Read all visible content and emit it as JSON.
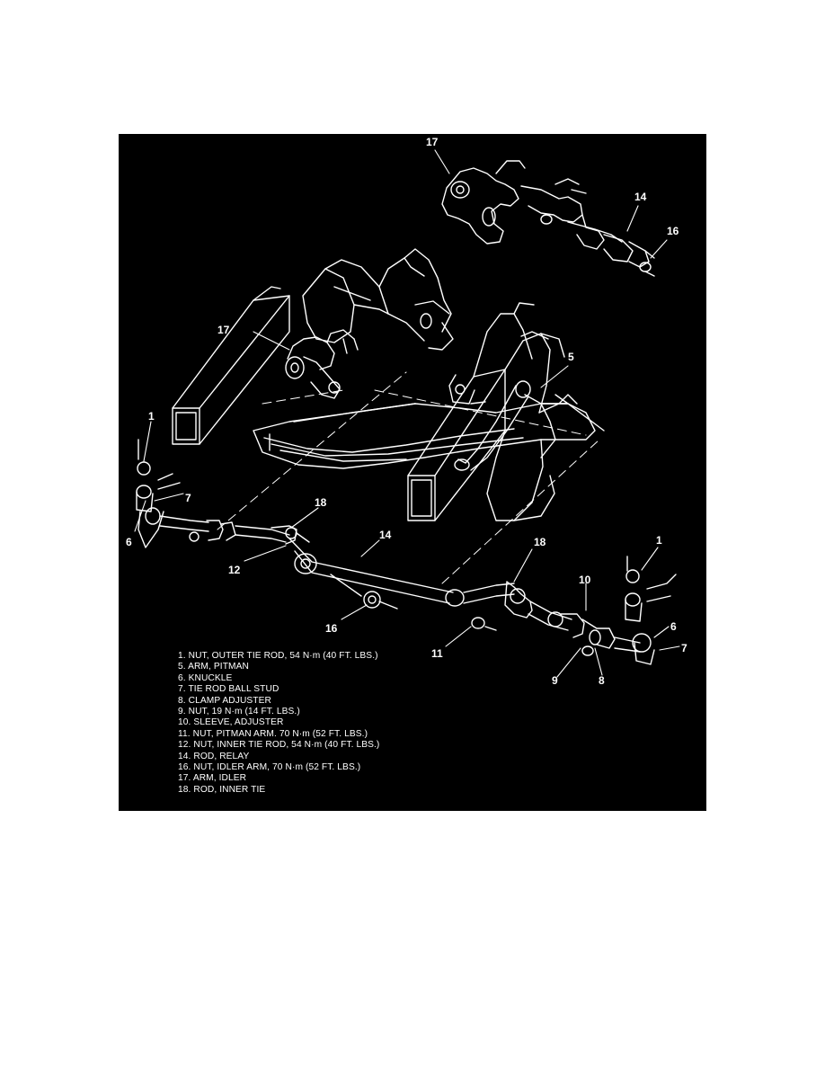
{
  "figure": {
    "background": "#000000",
    "line_color": "#ffffff",
    "callouts": {
      "c17_top": "17",
      "c14_top": "14",
      "c16_top": "16",
      "c17_mid": "17",
      "c5": "5",
      "c1_left": "1",
      "c7_left": "7",
      "c6_left": "6",
      "c18_left": "18",
      "c14_mid": "14",
      "c12": "12",
      "c16_bottom": "16",
      "c18_right": "18",
      "c1_right": "1",
      "c10": "10",
      "c6_right": "6",
      "c7_right": "7",
      "c11": "11",
      "c9": "9",
      "c8": "8"
    },
    "legend": [
      "1. NUT, OUTER TIE ROD, 54 N·m (40 FT. LBS.)",
      "5. ARM, PITMAN",
      "6. KNUCKLE",
      "7. TIE ROD BALL STUD",
      "8. CLAMP ADJUSTER",
      "9. NUT, 19 N·m (14 FT. LBS.)",
      "10. SLEEVE, ADJUSTER",
      "11. NUT, PITMAN ARM. 70 N·m (52 FT. LBS.)",
      "12. NUT, INNER TIE ROD, 54 N·m (40 FT. LBS.)",
      "14. ROD, RELAY",
      "16. NUT, IDLER ARM, 70 N·m (52 FT. LBS.)",
      "17. ARM, IDLER",
      "18. ROD, INNER TIE"
    ]
  }
}
